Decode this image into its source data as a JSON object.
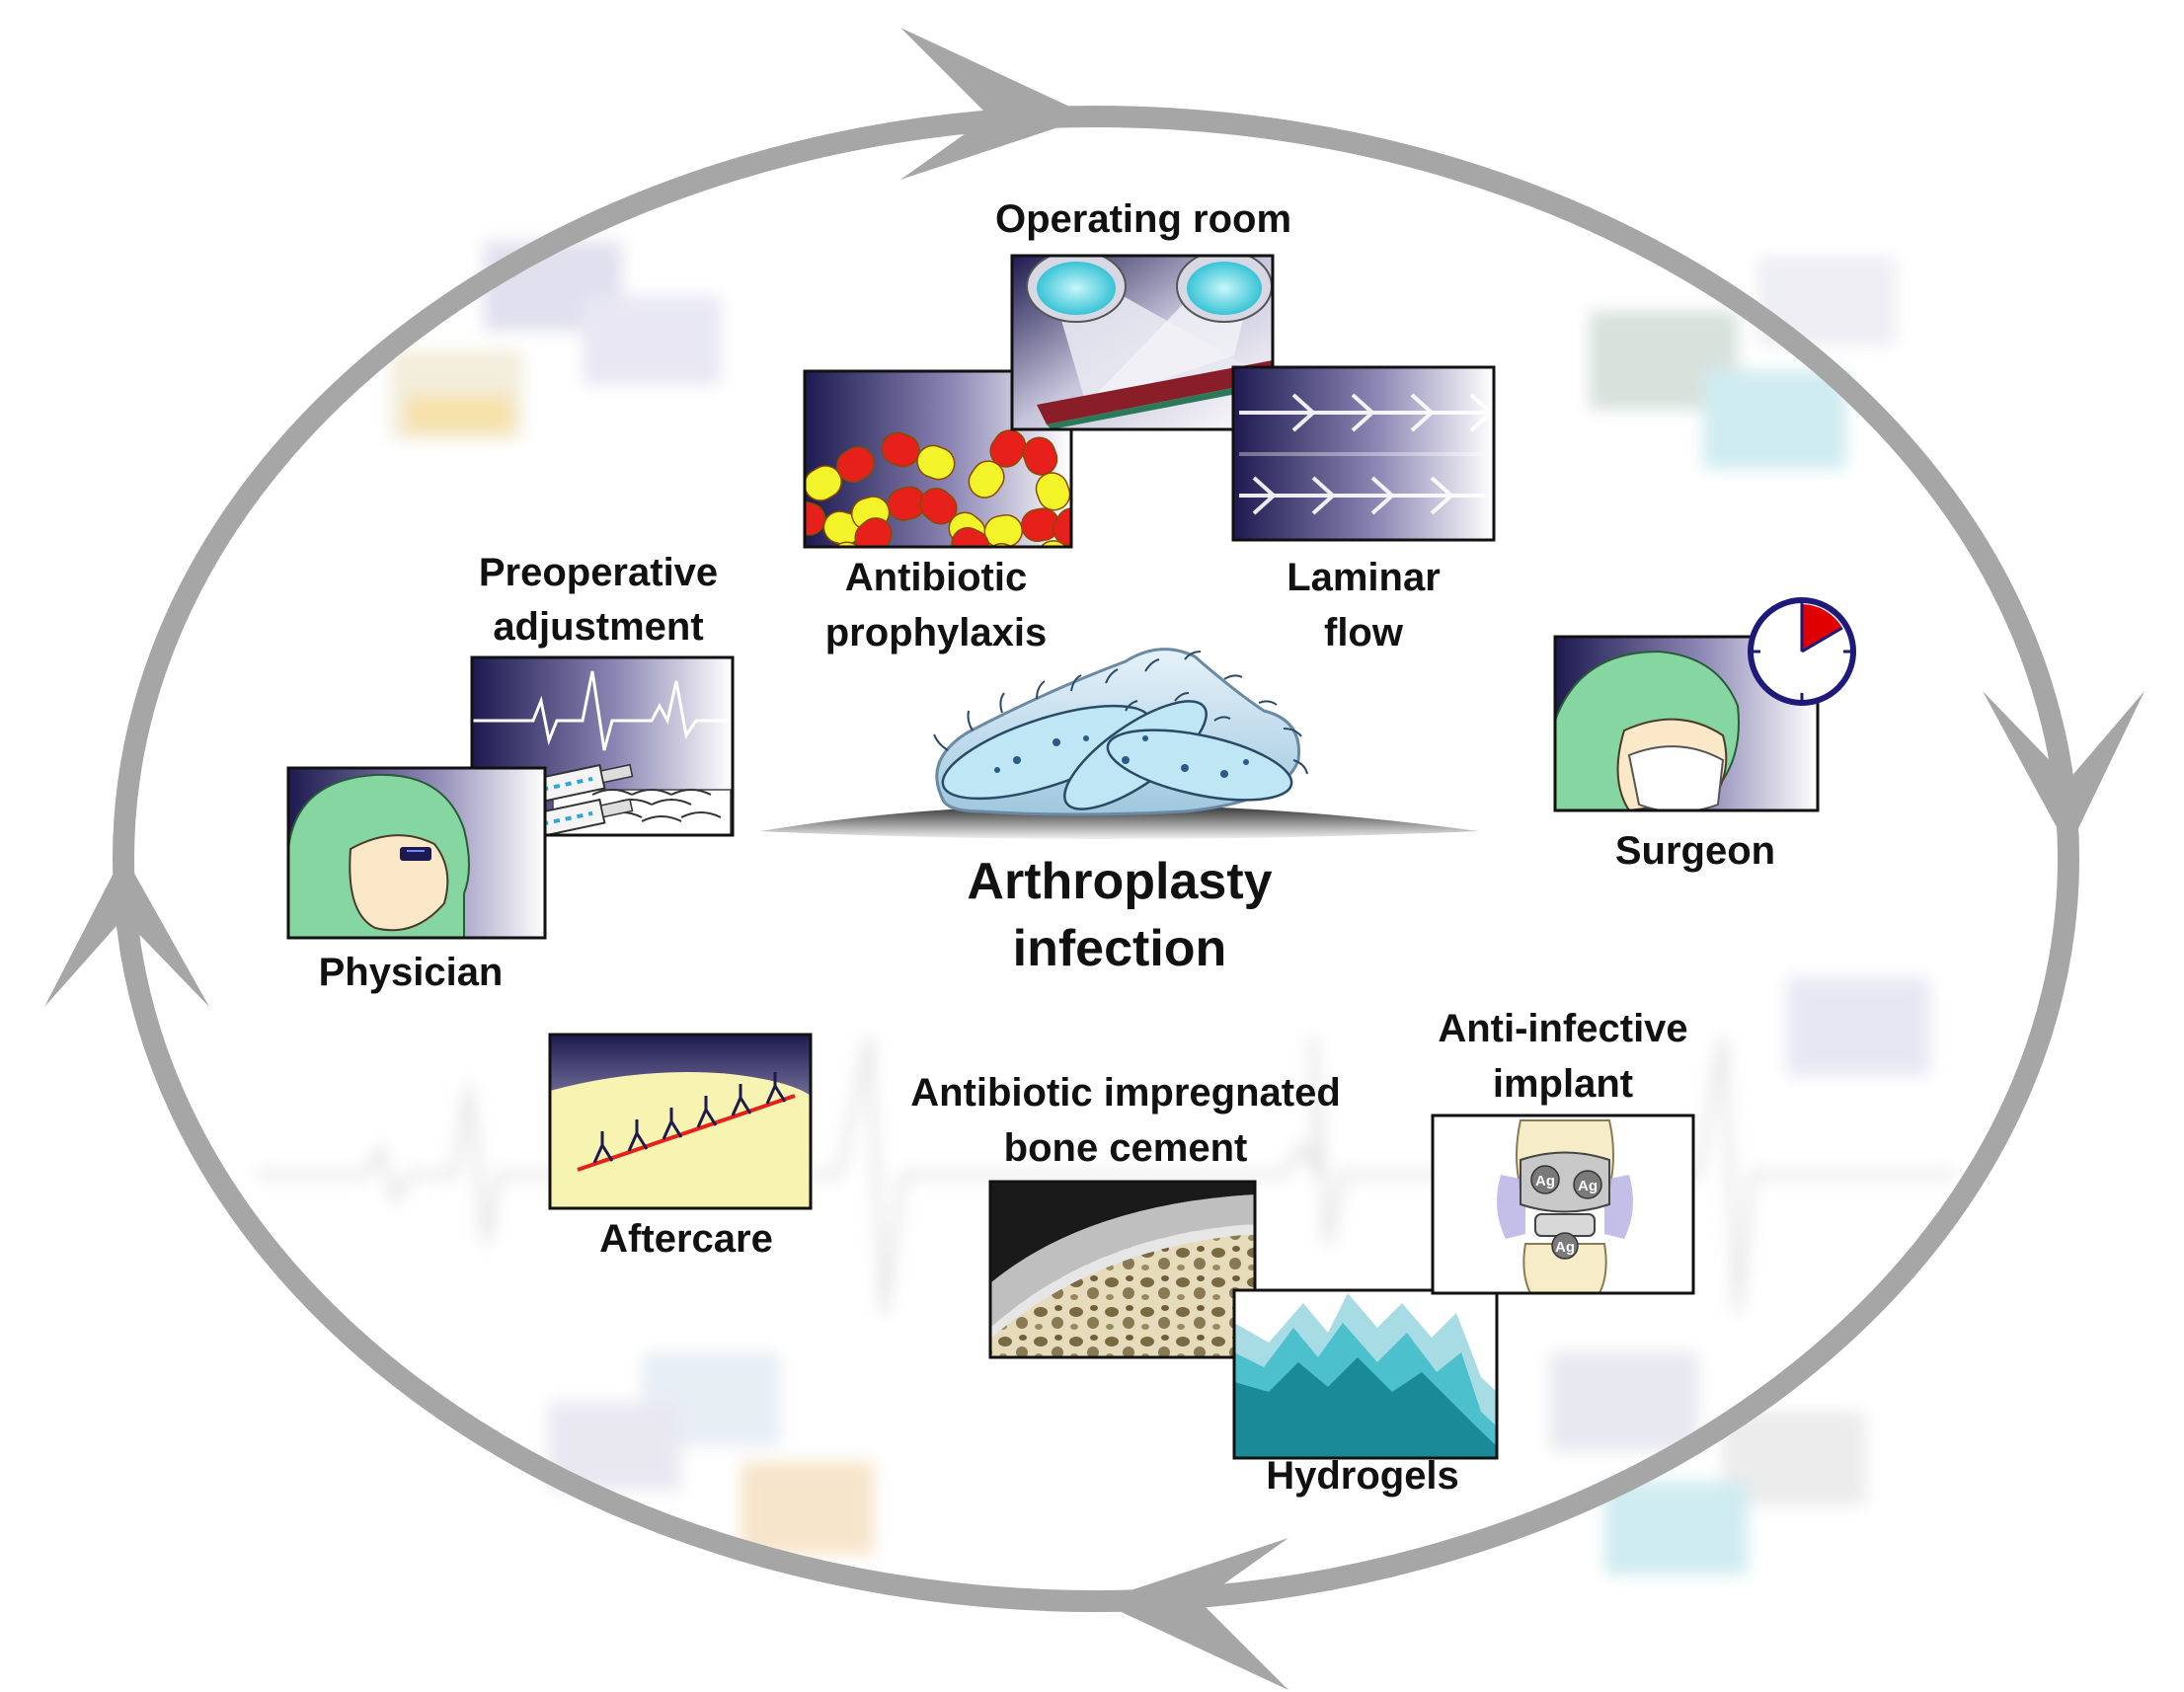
{
  "center": {
    "line1": "Arthroplasty",
    "line2": "infection"
  },
  "labels": {
    "operating_room": "Operating room",
    "antibiotic_prophylaxis_1": "Antibiotic",
    "antibiotic_prophylaxis_2": "prophylaxis",
    "laminar_flow_1": "Laminar",
    "laminar_flow_2": "flow",
    "preoperative_1": "Preoperative",
    "preoperative_2": "adjustment",
    "physician": "Physician",
    "surgeon": "Surgeon",
    "aftercare": "Aftercare",
    "bone_cement_1": "Antibiotic impregnated",
    "bone_cement_2": "bone cement",
    "anti_infective_1": "Anti-infective",
    "anti_infective_2": "implant",
    "hydrogels": "Hydrogels"
  },
  "implant_marks": [
    "Ag",
    "Ag",
    "Ag"
  ],
  "colors": {
    "cycle_arrow": "#a6a6a6",
    "panel_dark": "#1e1a50",
    "capsule_yellow": "#f3f32a",
    "capsule_red": "#e8201c",
    "lamp_cyan": "#54d6e4",
    "hood_green": "#86d6a2",
    "hydrogel_teal": "#1aa6b4",
    "skin_yellow": "#f6f4b0",
    "clock_red": "#e00000",
    "clock_ring": "#1e1a7a"
  }
}
